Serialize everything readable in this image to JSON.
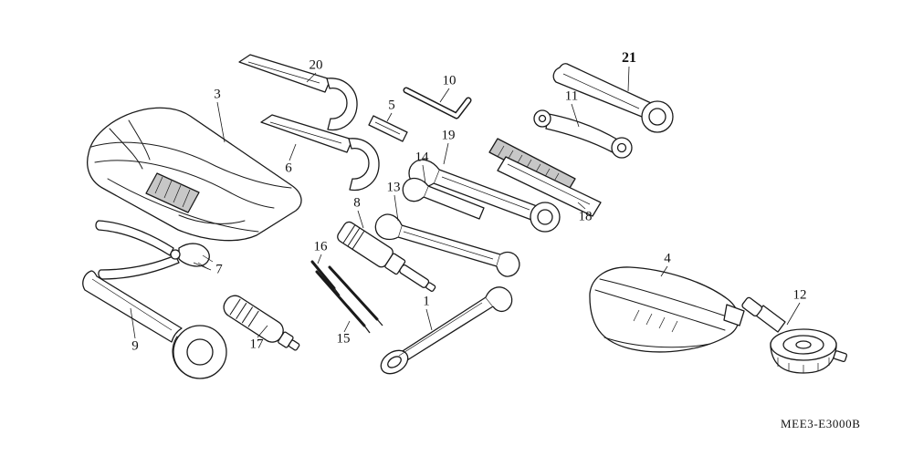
{
  "diagram": {
    "code": "MEE3-E3000B",
    "labels": {
      "p1": "1",
      "p3": "3",
      "p4": "4",
      "p5": "5",
      "p6": "6",
      "p7": "7",
      "p8": "8",
      "p9": "9",
      "p10": "10",
      "p11": "11",
      "p12": "12",
      "p13": "13",
      "p14": "14",
      "p15": "15",
      "p16": "16",
      "p17": "17",
      "p18": "18",
      "p19": "19",
      "p20": "20",
      "p21": "21"
    },
    "parts": [
      {
        "ref": "1",
        "name": "open-end-wrench"
      },
      {
        "ref": "3",
        "name": "tool-bag"
      },
      {
        "ref": "4",
        "name": "tool-pouch"
      },
      {
        "ref": "5",
        "name": "flat-blade"
      },
      {
        "ref": "6",
        "name": "hook-spanner"
      },
      {
        "ref": "7",
        "name": "pliers"
      },
      {
        "ref": "8",
        "name": "spark-plug-wrench"
      },
      {
        "ref": "9",
        "name": "box-end-wrench"
      },
      {
        "ref": "10",
        "name": "hex-key"
      },
      {
        "ref": "11",
        "name": "pin-spanner"
      },
      {
        "ref": "12",
        "name": "cap-wrench"
      },
      {
        "ref": "13",
        "name": "double-open-end-wrench"
      },
      {
        "ref": "14",
        "name": "small-open-end-wrench"
      },
      {
        "ref": "15",
        "name": "screwdriver-shafts"
      },
      {
        "ref": "16",
        "name": "pin-punch"
      },
      {
        "ref": "17",
        "name": "screwdriver-handle"
      },
      {
        "ref": "18",
        "name": "flat-bar"
      },
      {
        "ref": "19",
        "name": "combination-wrench"
      },
      {
        "ref": "20",
        "name": "hook-spanner"
      },
      {
        "ref": "21",
        "name": "box-wrench"
      }
    ]
  }
}
